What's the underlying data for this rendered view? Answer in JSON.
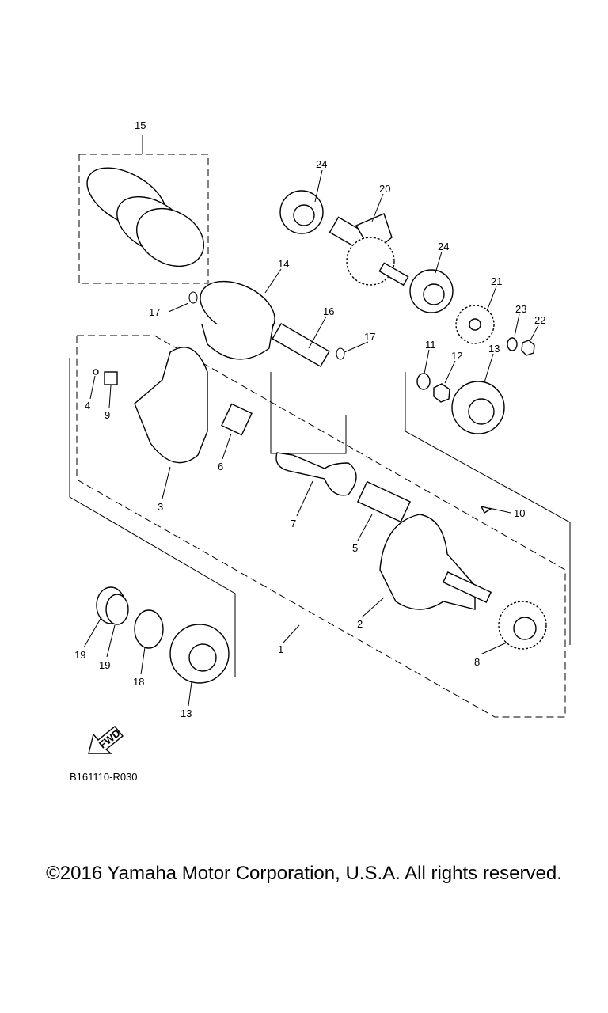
{
  "diagram": {
    "title_code": "B161110-R030",
    "fwd_label": "FWD",
    "callouts": [
      "15",
      "24",
      "20",
      "14",
      "24",
      "21",
      "23",
      "22",
      "17",
      "16",
      "17",
      "11",
      "12",
      "13",
      "4",
      "9",
      "6",
      "3",
      "7",
      "10",
      "5",
      "2",
      "1",
      "19",
      "19",
      "18",
      "8",
      "13"
    ]
  },
  "footer": {
    "copyright": "©2016 Yamaha Motor Corporation, U.S.A. All rights reserved."
  }
}
